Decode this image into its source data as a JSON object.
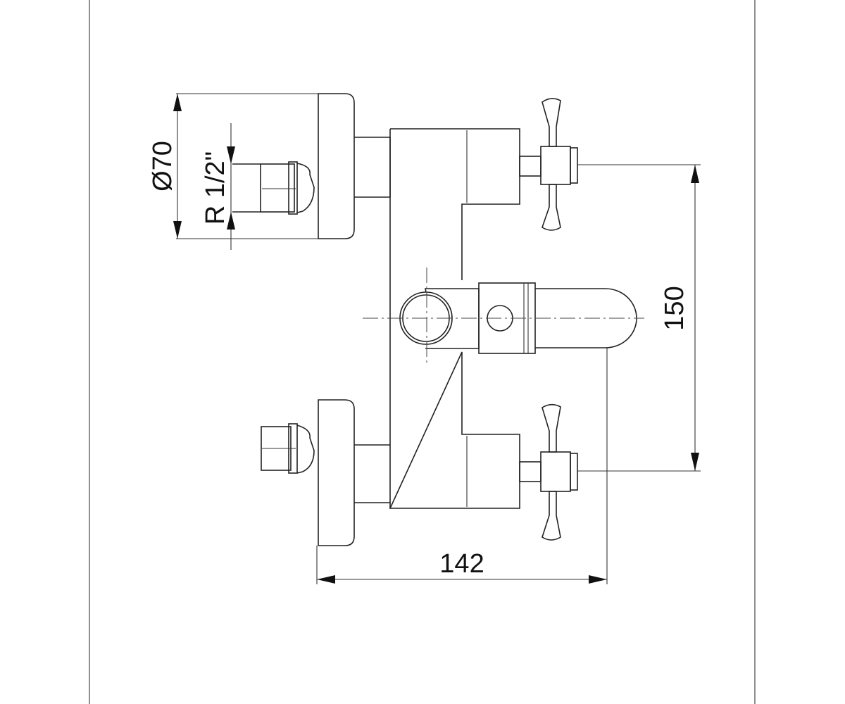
{
  "drawing": {
    "dimensions": {
      "diameter_label": "Ø70",
      "thread_label": "R 1/2\"",
      "height_label": "150",
      "width_label": "142"
    }
  }
}
